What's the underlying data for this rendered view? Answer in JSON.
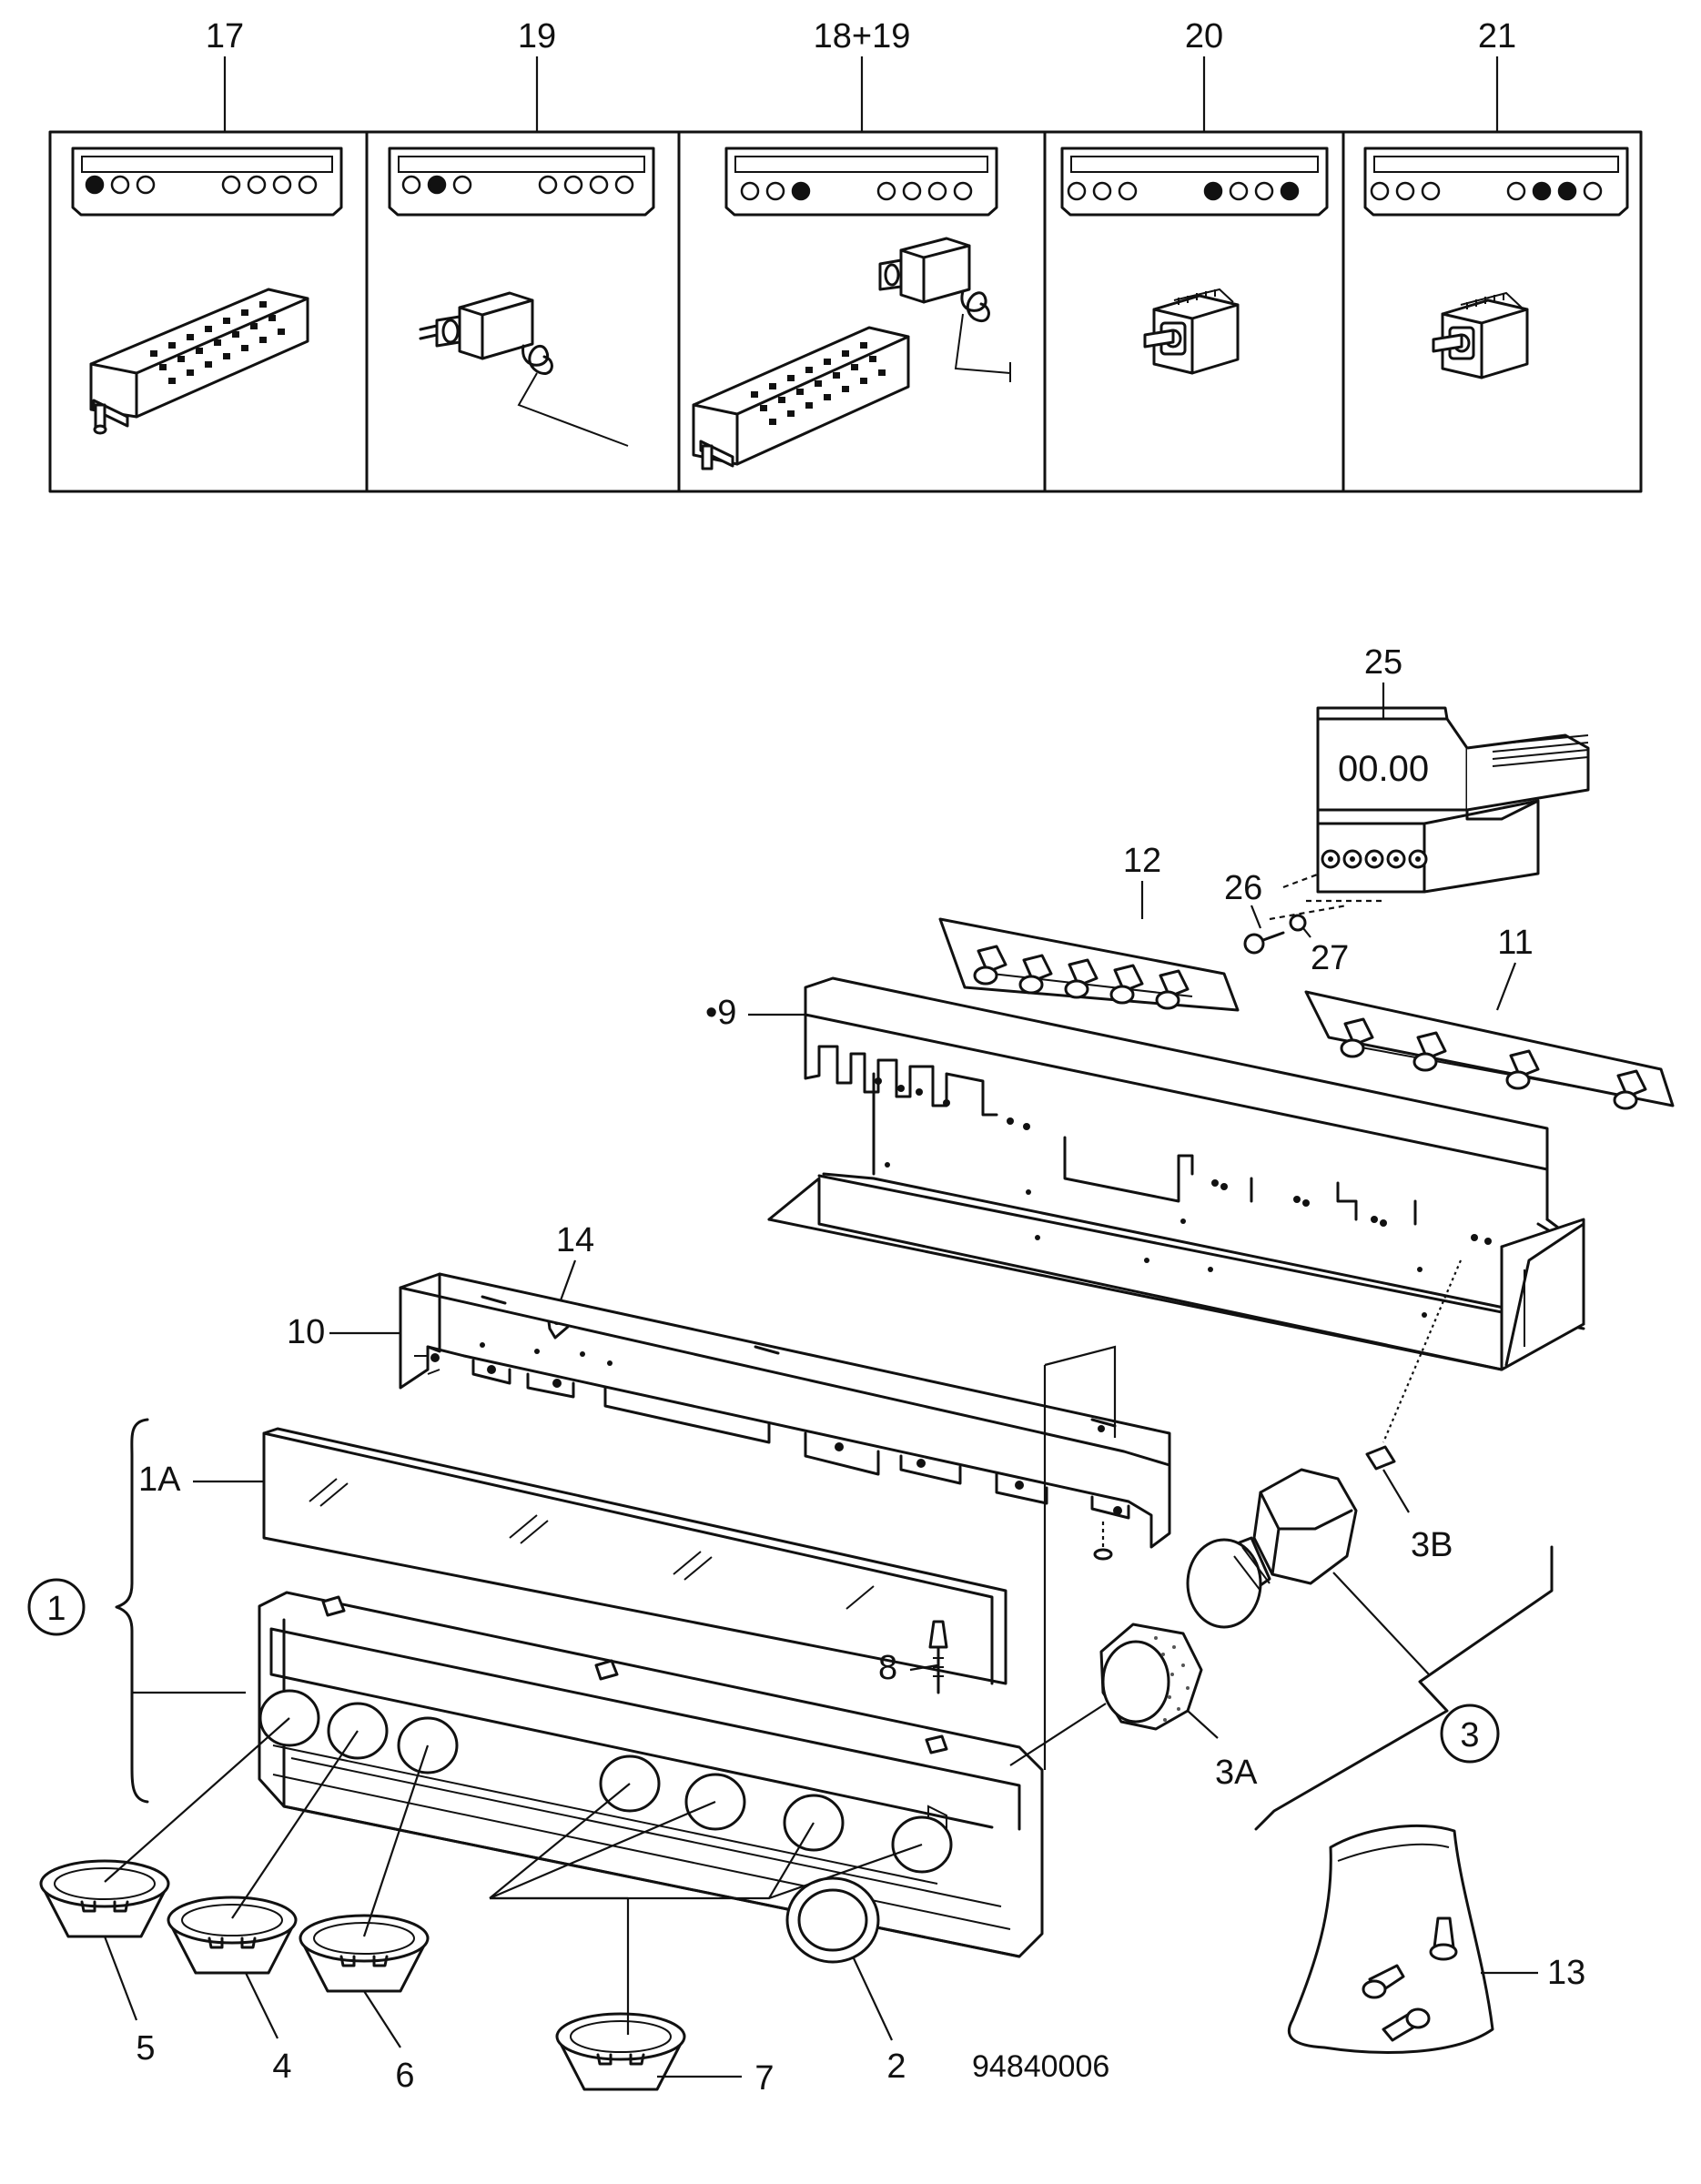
{
  "variants": [
    {
      "label": "17",
      "dots": [
        true,
        false,
        false,
        false,
        false,
        false,
        false
      ]
    },
    {
      "label": "19",
      "dots": [
        false,
        true,
        false,
        false,
        false,
        false,
        false
      ]
    },
    {
      "label": "18+19",
      "dots": [
        false,
        false,
        true,
        false,
        false,
        false,
        false
      ]
    },
    {
      "label": "20",
      "dots": [
        false,
        false,
        false,
        true,
        false,
        false,
        true
      ]
    },
    {
      "label": "21",
      "dots": [
        false,
        false,
        false,
        false,
        true,
        true,
        false
      ]
    }
  ],
  "callouts": {
    "c25": "25",
    "c26": "26",
    "c27": "27",
    "c12": "12",
    "c11": "11",
    "c9": "•9",
    "c14": "14",
    "c10": "10",
    "c1A": "1A",
    "c1": "1",
    "c8": "8",
    "c3B": "3B",
    "c3A": "3A",
    "c3": "3",
    "c5": "5",
    "c4": "4",
    "c6": "6",
    "c7": "7",
    "c2": "2",
    "c13": "13"
  },
  "timer_display": "00.00",
  "drawing_number": "94840006"
}
